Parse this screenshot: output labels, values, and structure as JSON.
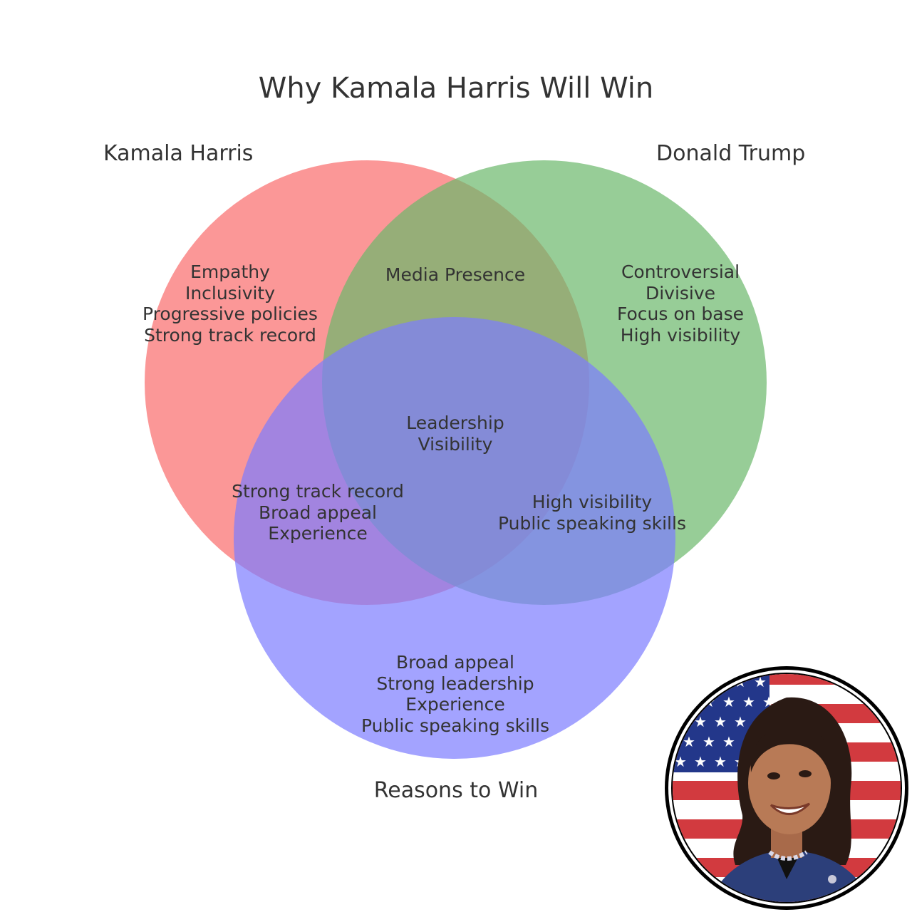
{
  "title": "Why Kamala Harris Will Win",
  "sets": {
    "a": {
      "label": "Kamala Harris",
      "color": "#fa6b6b"
    },
    "b": {
      "label": "Donald Trump",
      "color": "#6bb86b"
    },
    "c": {
      "label": "Reasons to Win",
      "color": "#7c7cff"
    }
  },
  "regions": {
    "a_only": [
      "Empathy",
      "Inclusivity",
      "Progressive policies",
      "Strong track record"
    ],
    "b_only": [
      "Controversial",
      "Divisive",
      "Focus on base",
      "High visibility"
    ],
    "ab": [
      "Media Presence"
    ],
    "abc": [
      "Leadership",
      "Visibility"
    ],
    "ac": [
      "Strong track record",
      "Broad appeal",
      "Experience"
    ],
    "bc": [
      "High visibility",
      "Public speaking skills"
    ],
    "c_only": [
      "Broad appeal",
      "Strong leadership",
      "Experience",
      "Public speaking skills"
    ]
  },
  "portrait": {
    "icon": "kamala-harris-portrait-with-us-flag"
  }
}
